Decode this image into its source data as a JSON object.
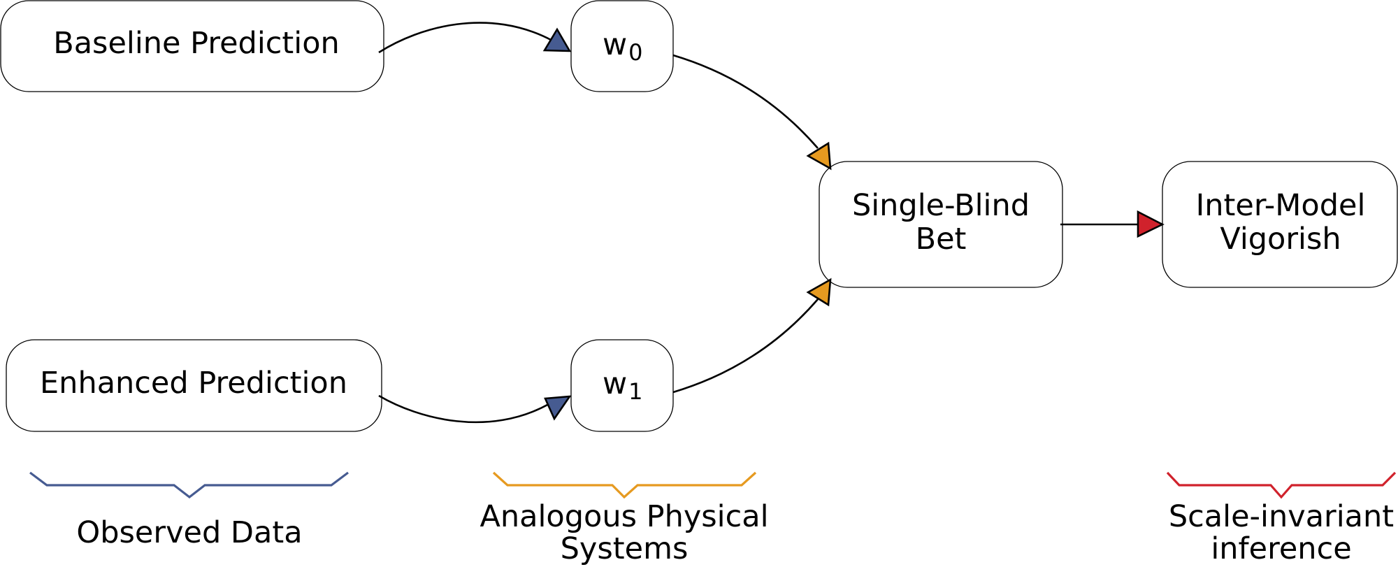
{
  "diagram": {
    "colors": {
      "observed": "#465b91",
      "analogous": "#e69a20",
      "inference": "#d0222c",
      "stroke": "#000000",
      "box_fill": "#ffffff"
    },
    "nodes": {
      "baseline": {
        "label": "Baseline Prediction"
      },
      "enhanced": {
        "label": "Enhanced Prediction"
      },
      "w0": {
        "base": "w",
        "subscript": "0"
      },
      "w1": {
        "base": "w",
        "subscript": "1"
      },
      "bet": {
        "line1": "Single-Blind",
        "line2": "Bet"
      },
      "vigorish": {
        "line1": "Inter-Model",
        "line2": "Vigorish"
      }
    },
    "edges": [
      {
        "from": "baseline",
        "to": "w0",
        "color_key": "observed"
      },
      {
        "from": "enhanced",
        "to": "w1",
        "color_key": "observed"
      },
      {
        "from": "w0",
        "to": "bet",
        "color_key": "analogous"
      },
      {
        "from": "w1",
        "to": "bet",
        "color_key": "analogous"
      },
      {
        "from": "bet",
        "to": "vigorish",
        "color_key": "inference"
      }
    ],
    "groups": {
      "observed": {
        "line1": "Observed Data",
        "line2": ""
      },
      "analogous": {
        "line1": "Analogous Physical",
        "line2": "Systems"
      },
      "inference": {
        "line1": "Scale-invariant",
        "line2": "inference"
      }
    }
  }
}
